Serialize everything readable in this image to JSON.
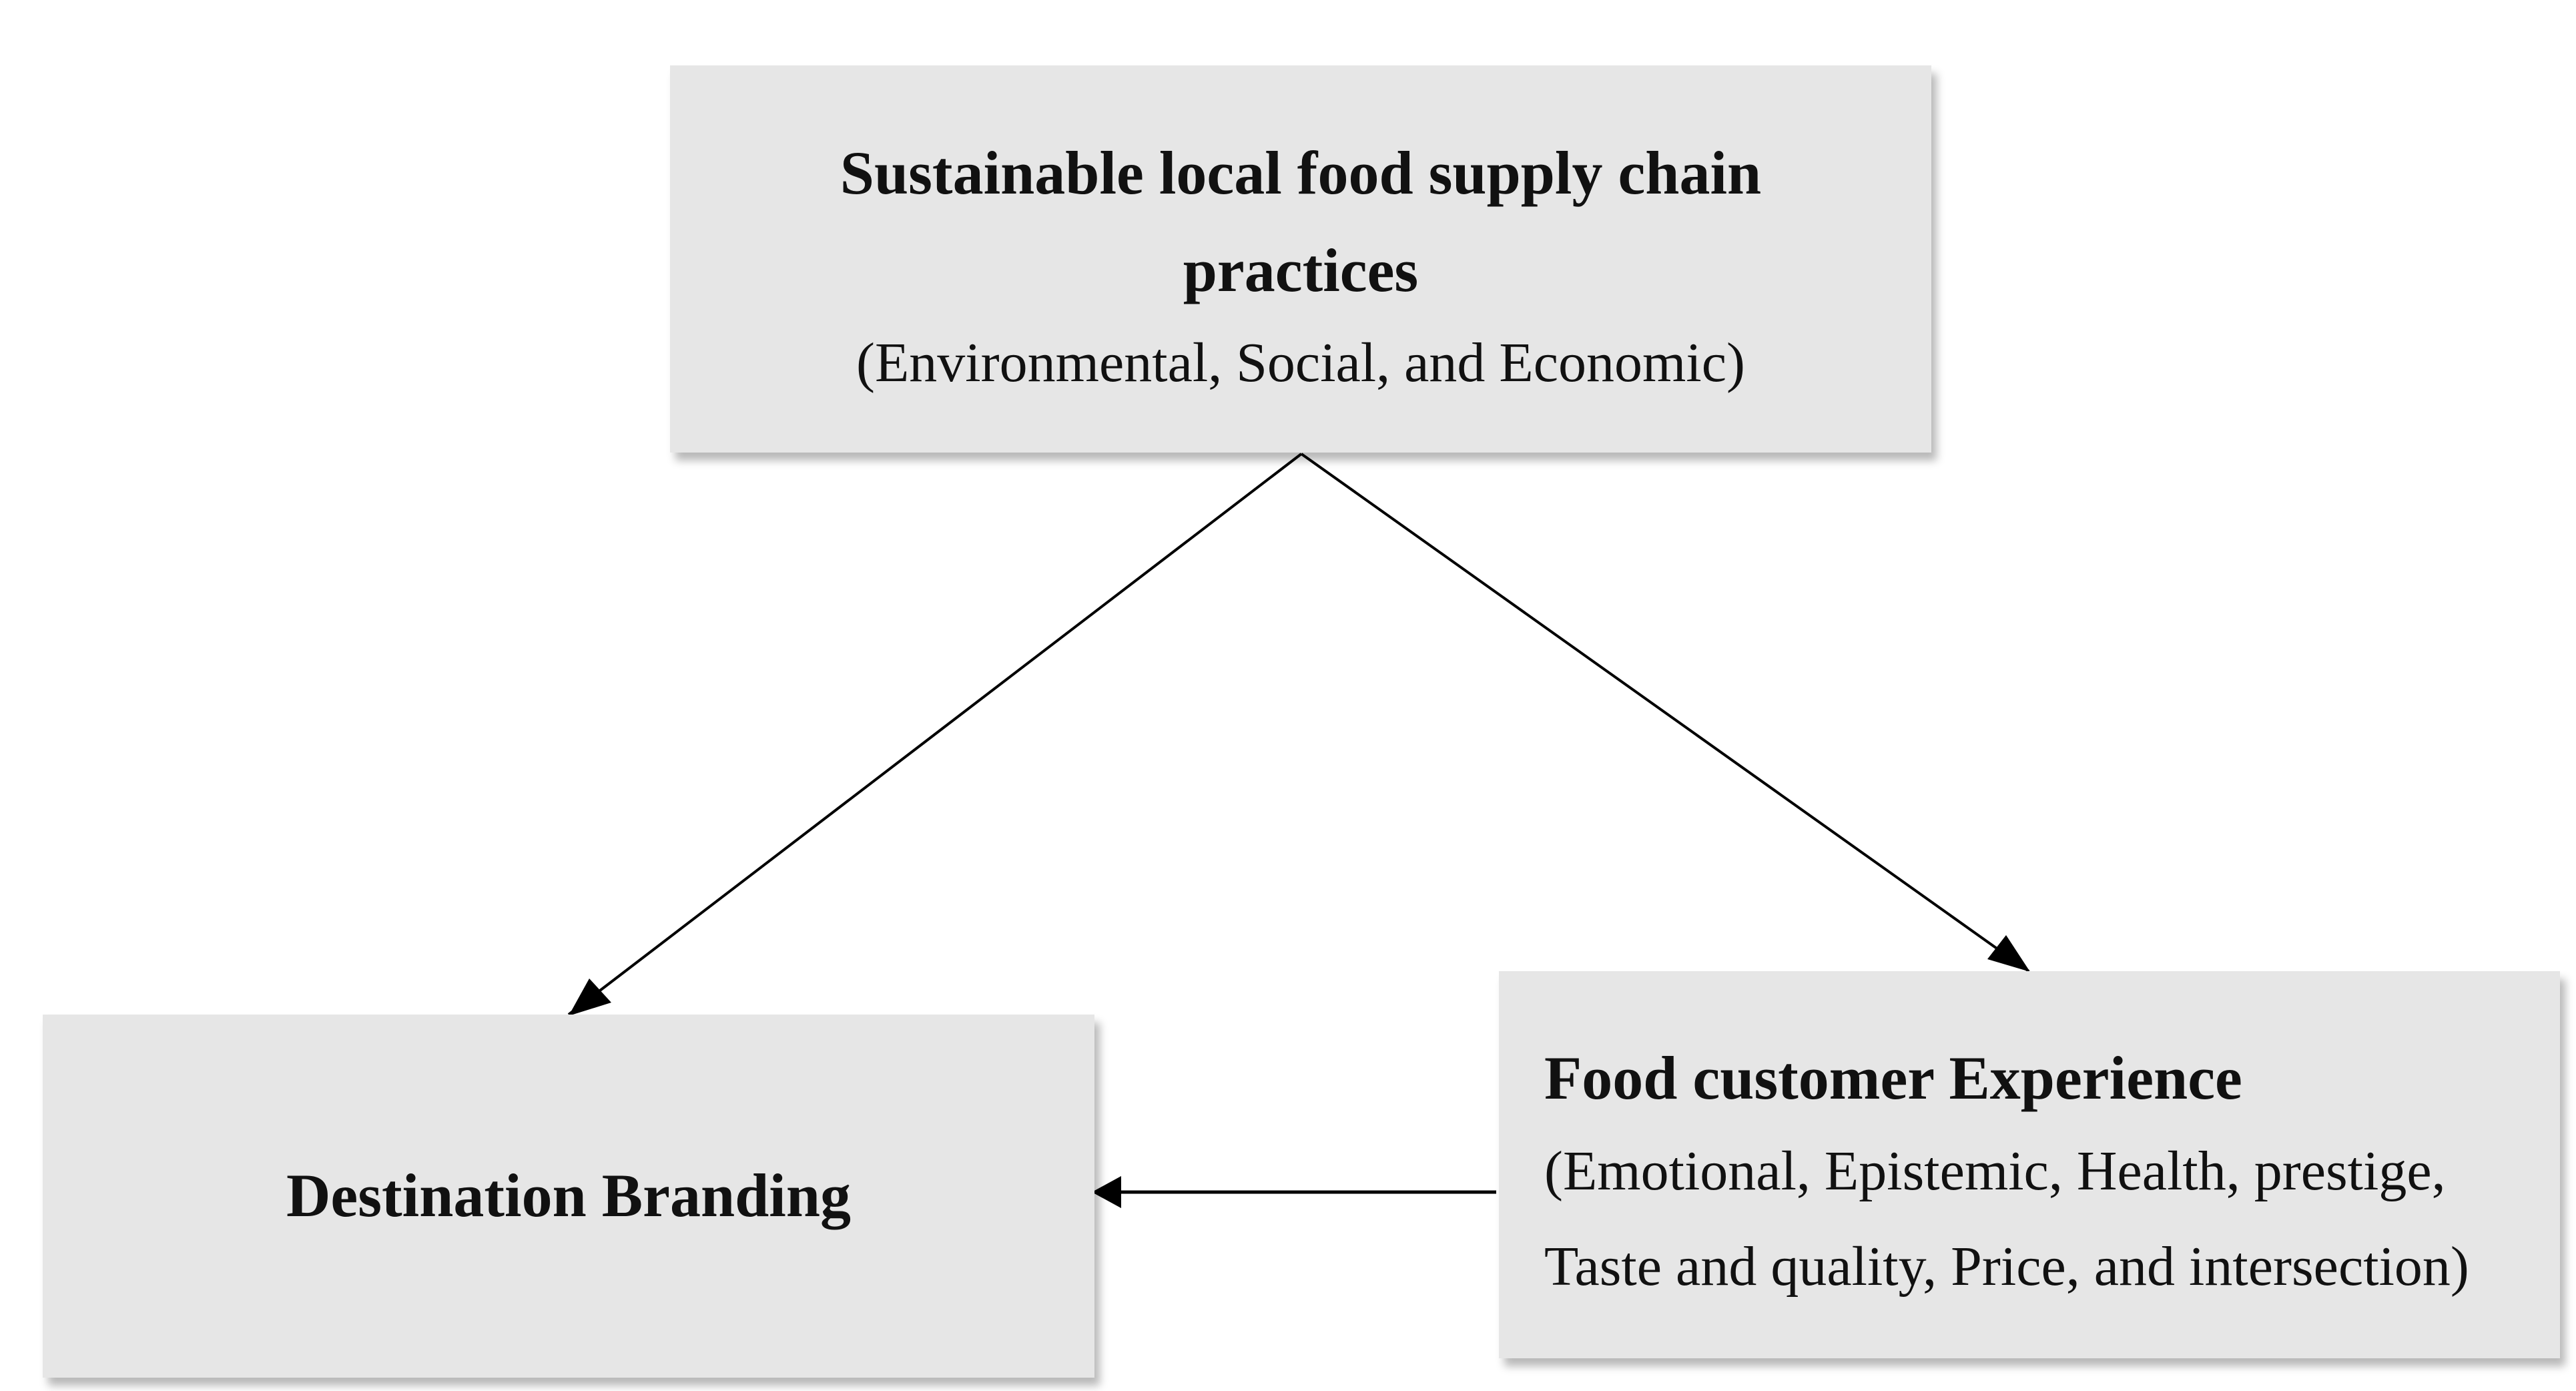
{
  "nodes": {
    "top": {
      "title_line1": "Sustainable local food supply chain",
      "title_line2": "practices",
      "subtitle": "(Environmental, Social, and Economic)"
    },
    "left": {
      "title": "Destination Branding"
    },
    "right": {
      "title": "Food customer Experience",
      "subtitle_line1": "(Emotional, Epistemic, Health, prestige,",
      "subtitle_line2": "Taste and quality, Price, and intersection)"
    }
  },
  "edges": [
    {
      "from": "top",
      "to": "left"
    },
    {
      "from": "top",
      "to": "right"
    },
    {
      "from": "right",
      "to": "left"
    }
  ]
}
